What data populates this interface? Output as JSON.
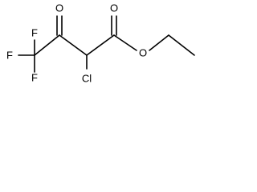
{
  "molecule": {
    "atoms": {
      "o_ketone": "O",
      "o_ester_carbonyl": "O",
      "o_ester": "O",
      "f_top": "F",
      "f_left": "F",
      "f_bottom": "F",
      "cl": "Cl"
    }
  }
}
